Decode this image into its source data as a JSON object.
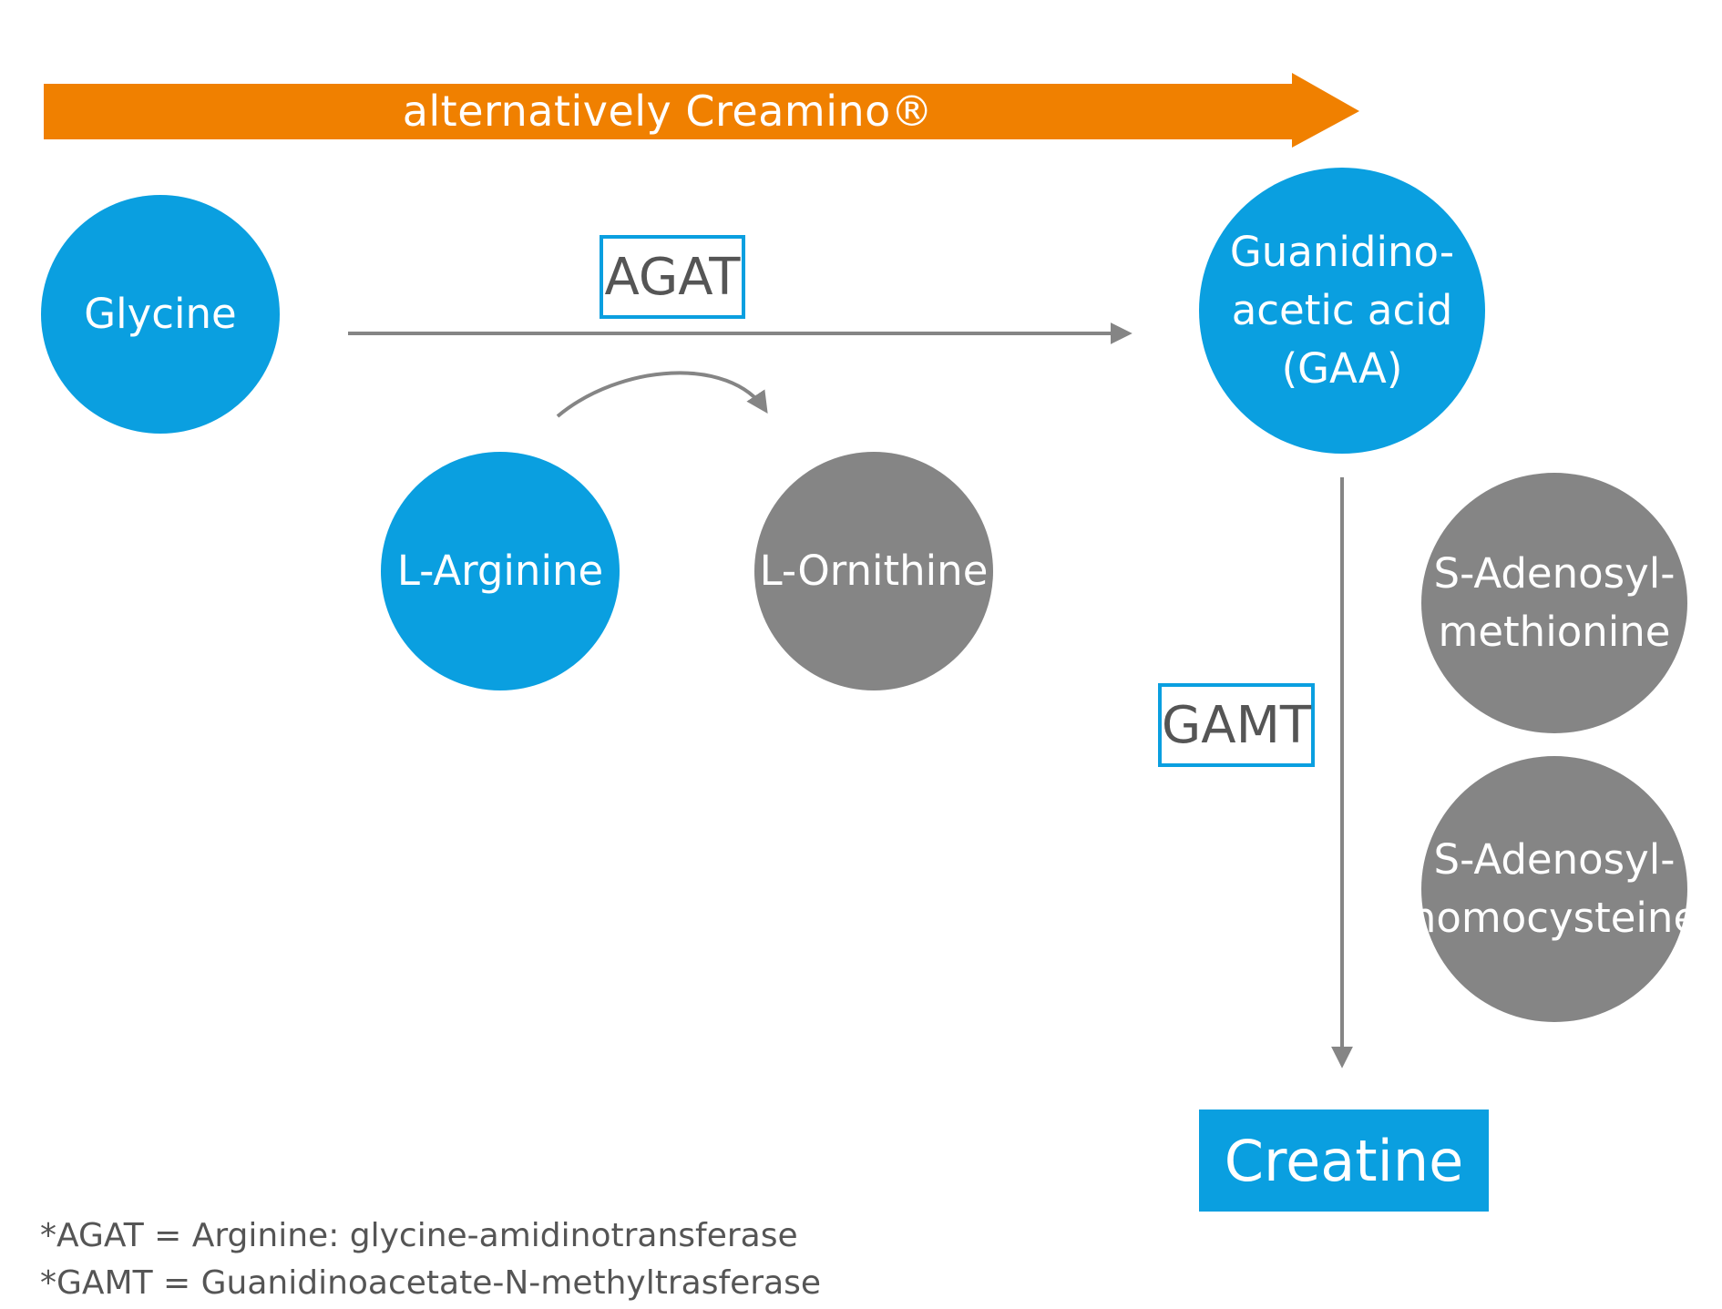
{
  "banner": {
    "label": "alternatively Creamino®",
    "color": "#f08000"
  },
  "nodes": {
    "glycine": {
      "lines": [
        "Glycine"
      ],
      "color": "#0a9fe0"
    },
    "gaa": {
      "lines": [
        "Guanidino-",
        "acetic acid",
        "(GAA)"
      ],
      "color": "#0a9fe0"
    },
    "arginine": {
      "lines": [
        "L-Arginine"
      ],
      "color": "#0a9fe0"
    },
    "ornithine": {
      "lines": [
        "L-Ornithine"
      ],
      "color": "#858585"
    },
    "sam": {
      "lines": [
        "S-Adenosyl-",
        "methionine"
      ],
      "color": "#858585"
    },
    "sah": {
      "lines": [
        "S-Adenosyl-",
        "homocysteine"
      ],
      "color": "#858585"
    }
  },
  "enzymes": {
    "agat": "AGAT",
    "gamt": "GAMT"
  },
  "product": {
    "label": "Creatine",
    "color": "#0a9fe0"
  },
  "footnotes": [
    "*AGAT = Arginine: glycine-amidinotransferase",
    "*GAMT = Guanidinoacetate-N-methyltrasferase"
  ]
}
